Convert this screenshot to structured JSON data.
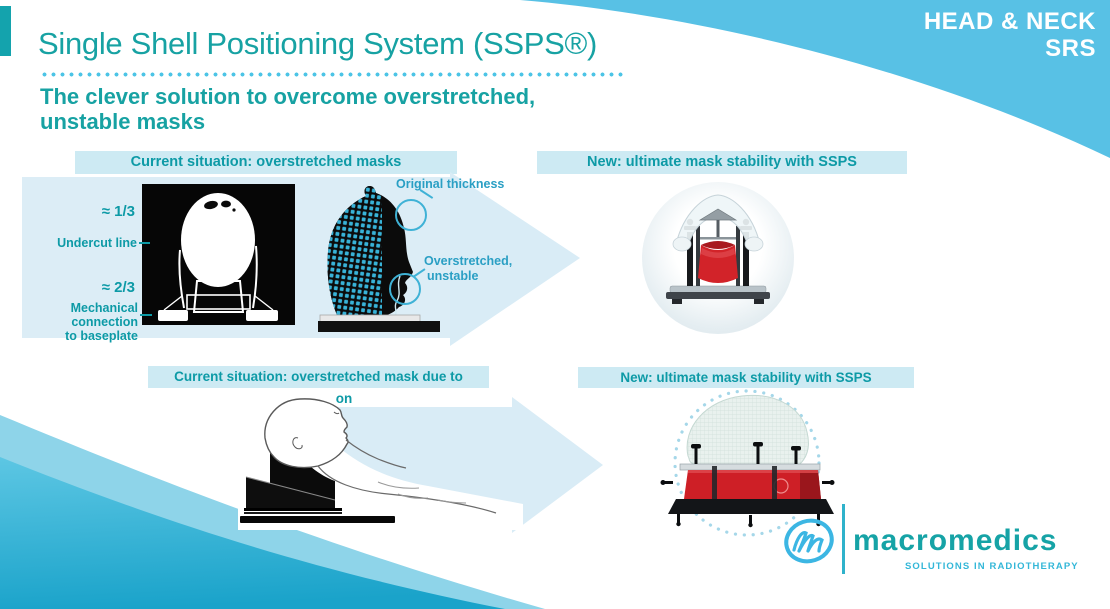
{
  "badge": {
    "line1": "HEAD & NECK",
    "line2": "SRS"
  },
  "title": "Single Shell Positioning System (SSPS®)",
  "subtitle": {
    "line1": "The clever solution to overcome overstretched,",
    "line2": "unstable masks"
  },
  "row1": {
    "left_header": "Current situation: overstretched masks",
    "right_header": "New: ultimate mask stability with SSPS",
    "labels": {
      "fraction_top": "≈ 1/3",
      "undercut": "Undercut line",
      "fraction_bottom": "≈ 2/3",
      "mech_line1": "Mechanical connection",
      "mech_line2": "to baseplate"
    },
    "callouts": {
      "original": "Original thickness",
      "overstretched_line1": "Overstretched,",
      "overstretched_line2": "unstable"
    }
  },
  "row2": {
    "left_header": "Current situation: overstretched mask due to inclination",
    "right_header": "New: ultimate mask stability with SSPS"
  },
  "logo": {
    "name": "macromedics",
    "tagline": "SOLUTIONS IN RADIOTHERAPY"
  },
  "icons": [
    "arrow-right-icon",
    "logo-mark-icon"
  ],
  "colors": {
    "brand_teal": "#17a2a3",
    "brand_cyan": "#58c1e5",
    "header_bar_bg": "#cdeaf3",
    "panel_bg": "#dcedf6",
    "arrow_fill": "#d9ecf6",
    "callout_cyan": "#2a9fc4",
    "device_red": "#ce1f26"
  }
}
